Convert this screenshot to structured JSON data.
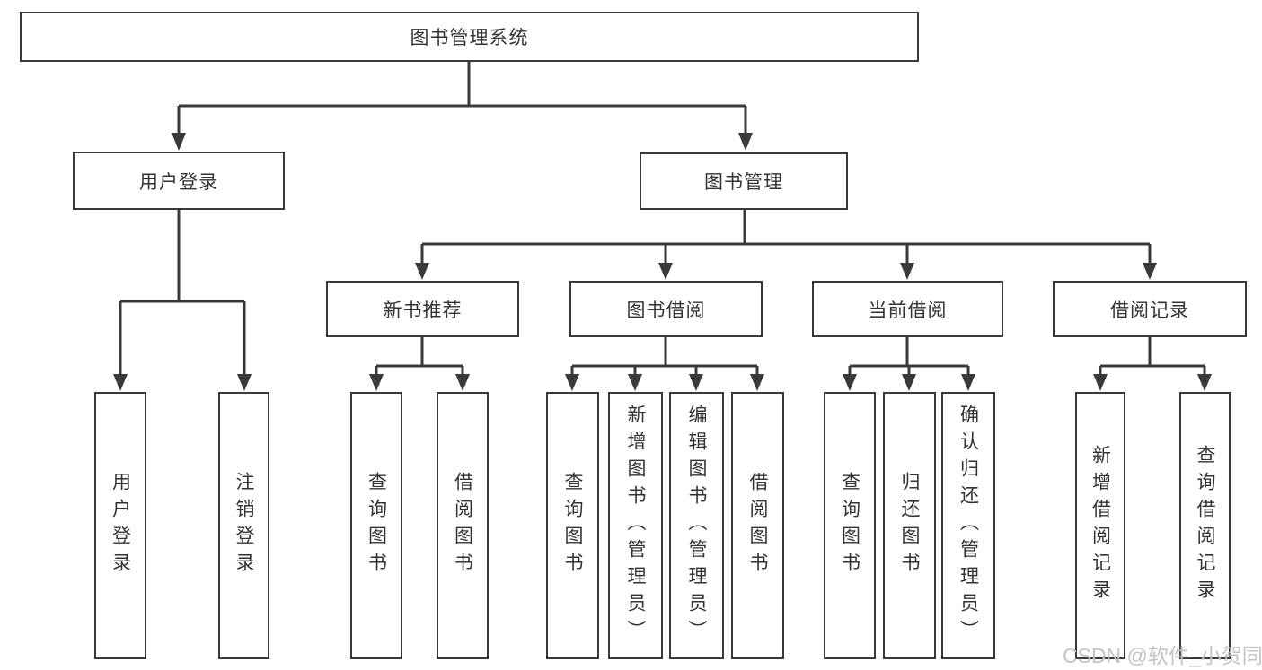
{
  "diagram": {
    "root": {
      "label": "图书管理系统"
    },
    "branches": [
      {
        "label": "用户登录",
        "children": [
          {
            "label": "用户登录"
          },
          {
            "label": "注销登录"
          }
        ]
      },
      {
        "label": "图书管理",
        "children": [
          {
            "label": "新书推荐",
            "children": [
              {
                "label": "查询图书"
              },
              {
                "label": "借阅图书"
              }
            ]
          },
          {
            "label": "图书借阅",
            "children": [
              {
                "label": "查询图书"
              },
              {
                "label": "新增图书（管理员）"
              },
              {
                "label": "编辑图书（管理员）"
              },
              {
                "label": "借阅图书"
              }
            ]
          },
          {
            "label": "当前借阅",
            "children": [
              {
                "label": "查询图书"
              },
              {
                "label": "归还图书"
              },
              {
                "label": "确认归还（管理员）"
              }
            ]
          },
          {
            "label": "借阅记录",
            "children": [
              {
                "label": "新增借阅记录"
              },
              {
                "label": "查询借阅记录"
              }
            ]
          }
        ]
      }
    ]
  },
  "watermark": {
    "text": "CSDN @软件_小贺同学"
  },
  "colors": {
    "line": "#3a3a3a",
    "box_border": "#3a3a3a",
    "text": "#333333",
    "watermark": "#c4c4c4",
    "background": "#ffffff"
  }
}
